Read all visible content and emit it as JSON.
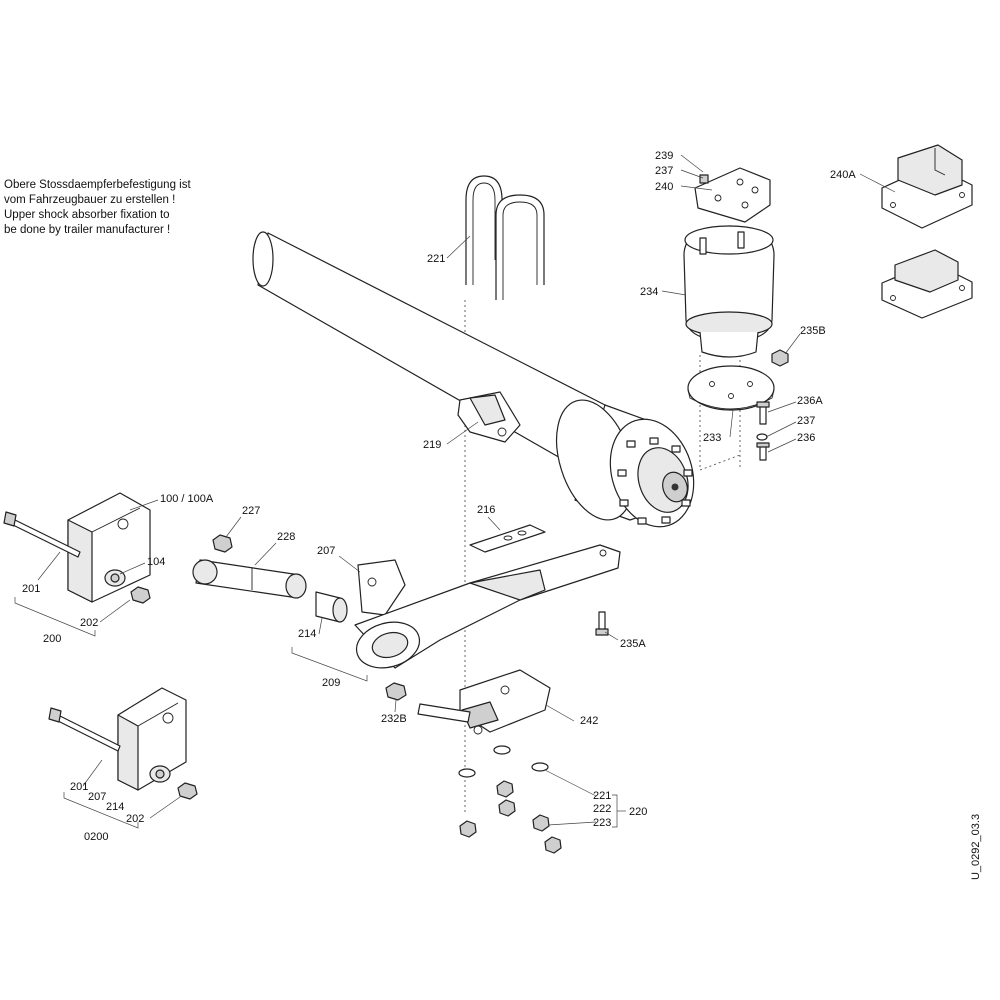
{
  "note": {
    "lines": [
      "Obere Stossdaempferbefestigung ist",
      "vom Fahrzeugbauer zu erstellen !",
      "Upper shock absorber fixation to",
      "be done by trailer manufacturer !"
    ]
  },
  "document_id": "U_0292_03.3",
  "labels": {
    "l239": "239",
    "l237a": "237",
    "l240": "240",
    "l240A": "240A",
    "l221a": "221",
    "l234": "234",
    "l235B": "235B",
    "l236A": "236A",
    "l237b": "237",
    "l236": "236",
    "l233": "233",
    "l219": "219",
    "l100": "100 / 100A",
    "l104": "104",
    "l201a": "201",
    "l202a": "202",
    "l200": "200",
    "l227": "227",
    "l228": "228",
    "l207a": "207",
    "l216": "216",
    "l214a": "214",
    "l209": "209",
    "l235A": "235A",
    "l232B": "232B",
    "l242": "242",
    "l201b": "201",
    "l207b": "207",
    "l214b": "214",
    "l202b": "202",
    "l0200": "0200",
    "l221b": "221",
    "l222": "222",
    "l223": "223",
    "l220": "220"
  }
}
